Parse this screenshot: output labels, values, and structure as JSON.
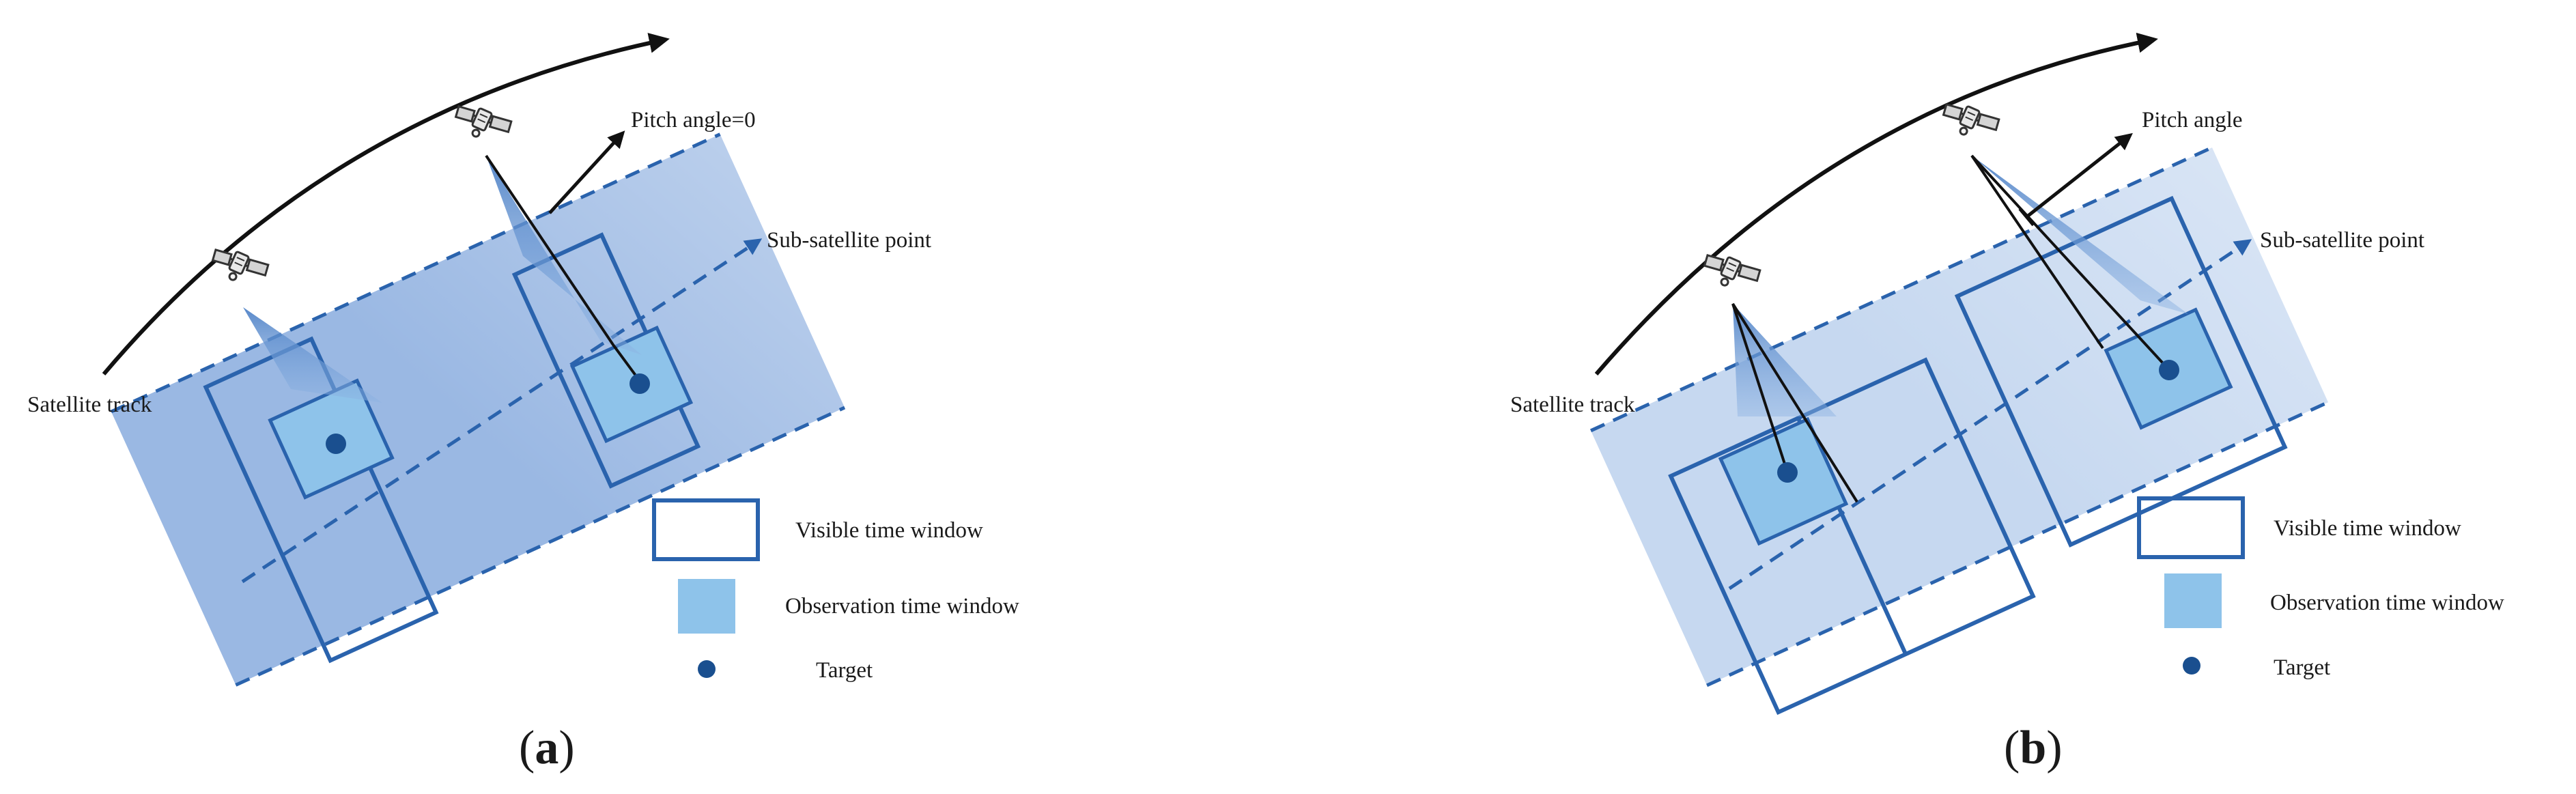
{
  "panels": [
    {
      "id": "a",
      "letter": "a",
      "satellite_track_label": "Satellite track",
      "pitch_label": "Pitch angle=0",
      "subsatellite_label": "Sub-satellite point",
      "legend": {
        "visible": "Visible time window",
        "observation": "Observation time window",
        "target": "Target"
      }
    },
    {
      "id": "b",
      "letter": "b",
      "satellite_track_label": "Satellite track",
      "pitch_label": "Pitch angle",
      "subsatellite_label": "Sub-satellite point",
      "legend": {
        "visible": "Visible time window",
        "observation": "Observation time window",
        "target": "Target"
      }
    }
  ],
  "colors": {
    "window_stroke": "#2a63ad",
    "observation_fill": "#8ec3ea",
    "target": "#1a4f8f",
    "swath": "#b9cfed",
    "arrow": "#111111"
  },
  "icons": [
    "satellite-icon",
    "arrow-icon",
    "target-dot-icon"
  ]
}
